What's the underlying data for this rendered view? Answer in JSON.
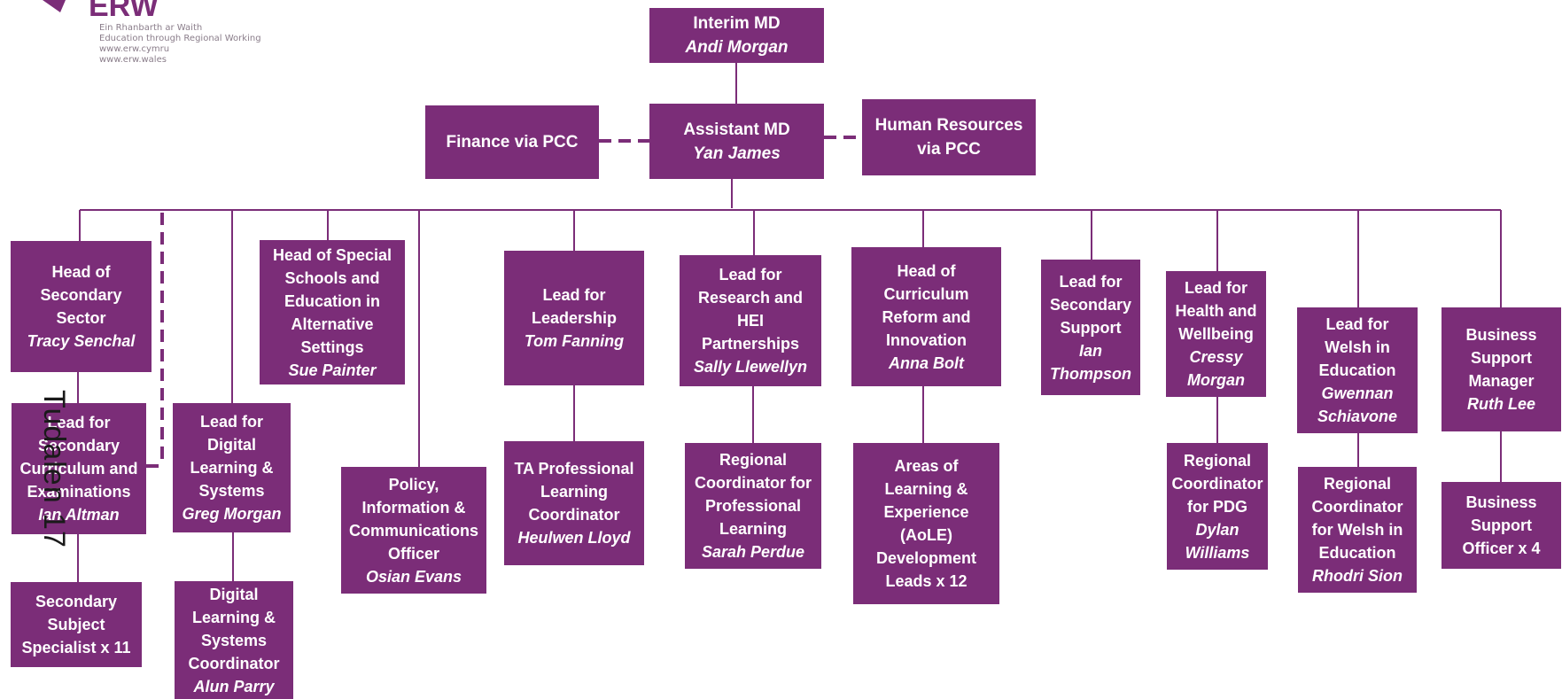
{
  "logo": {
    "wordmark": "ERW",
    "lines": [
      "Ein Rhanbarth ar Waith",
      "Education through Regional Working",
      "www.erw.cymru",
      "www.erw.wales"
    ]
  },
  "page_label": "Tudalen 17",
  "colors": {
    "box": "#7b2d78",
    "line": "#7b2d78",
    "text": "#ffffff"
  },
  "nodes": {
    "interim_md": {
      "title": [
        "Interim MD"
      ],
      "person": "Andi Morgan"
    },
    "assistant_md": {
      "title": [
        "Assistant MD"
      ],
      "person": "Yan James"
    },
    "finance": {
      "title": [
        "Finance via PCC"
      ],
      "person": ""
    },
    "hr": {
      "title": [
        "Human Resources",
        "via PCC"
      ],
      "person": ""
    },
    "head_secondary_sector": {
      "title": [
        "Head of",
        "Secondary",
        "Sector"
      ],
      "person": "Tracy Senchal"
    },
    "lead_secondary_curriculum": {
      "title": [
        "Lead for",
        "Secondary",
        "Curriculum and",
        "Examinations"
      ],
      "person": "Ian Altman"
    },
    "secondary_subject_specialist": {
      "title": [
        "Secondary",
        "Subject",
        "Specialist x 11"
      ],
      "person": ""
    },
    "lead_digital": {
      "title": [
        "Lead for",
        "Digital",
        "Learning &",
        "Systems"
      ],
      "person": "Greg Morgan"
    },
    "digital_coordinator": {
      "title": [
        "Digital",
        "Learning &",
        "Systems",
        "Coordinator"
      ],
      "person": "Alun Parry"
    },
    "head_special_schools": {
      "title": [
        "Head of Special",
        "Schools and",
        "Education in",
        "Alternative",
        "Settings"
      ],
      "person": "Sue Painter"
    },
    "policy_officer": {
      "title": [
        "Policy,",
        "Information &",
        "Communications",
        "Officer"
      ],
      "person": "Osian Evans"
    },
    "lead_leadership": {
      "title": [
        "Lead for",
        "Leadership"
      ],
      "person": "Tom Fanning"
    },
    "ta_coordinator": {
      "title": [
        "TA Professional",
        "Learning",
        "Coordinator"
      ],
      "person": "Heulwen Lloyd"
    },
    "lead_research": {
      "title": [
        "Lead for",
        "Research and",
        "HEI",
        "Partnerships"
      ],
      "person": "Sally Llewellyn"
    },
    "regional_coord_professional": {
      "title": [
        "Regional",
        "Coordinator for",
        "Professional",
        "Learning"
      ],
      "person": "Sarah Perdue"
    },
    "head_curriculum_reform": {
      "title": [
        "Head of",
        "Curriculum",
        "Reform and",
        "Innovation"
      ],
      "person": "Anna Bolt"
    },
    "aole_leads": {
      "title": [
        "Areas of",
        "Learning &",
        "Experience",
        "(AoLE)",
        "Development",
        "Leads x 12"
      ],
      "person": ""
    },
    "lead_secondary_support": {
      "title": [
        "Lead for",
        "Secondary",
        "Support"
      ],
      "person": "Ian Thompson"
    },
    "lead_health": {
      "title": [
        "Lead for",
        "Health and",
        "Wellbeing"
      ],
      "person": "Cressy Morgan"
    },
    "regional_coord_pdg": {
      "title": [
        "Regional",
        "Coordinator",
        "for PDG"
      ],
      "person": "Dylan Williams"
    },
    "lead_welsh": {
      "title": [
        "Lead for",
        "Welsh in",
        "Education"
      ],
      "person": "Gwennan Schiavone"
    },
    "regional_coord_welsh": {
      "title": [
        "Regional",
        "Coordinator",
        "for Welsh in",
        "Education"
      ],
      "person": "Rhodri Sion"
    },
    "business_support_manager": {
      "title": [
        "Business",
        "Support",
        "Manager"
      ],
      "person": "Ruth Lee"
    },
    "business_support_officer": {
      "title": [
        "Business",
        "Support",
        "Officer x 4"
      ],
      "person": ""
    }
  }
}
